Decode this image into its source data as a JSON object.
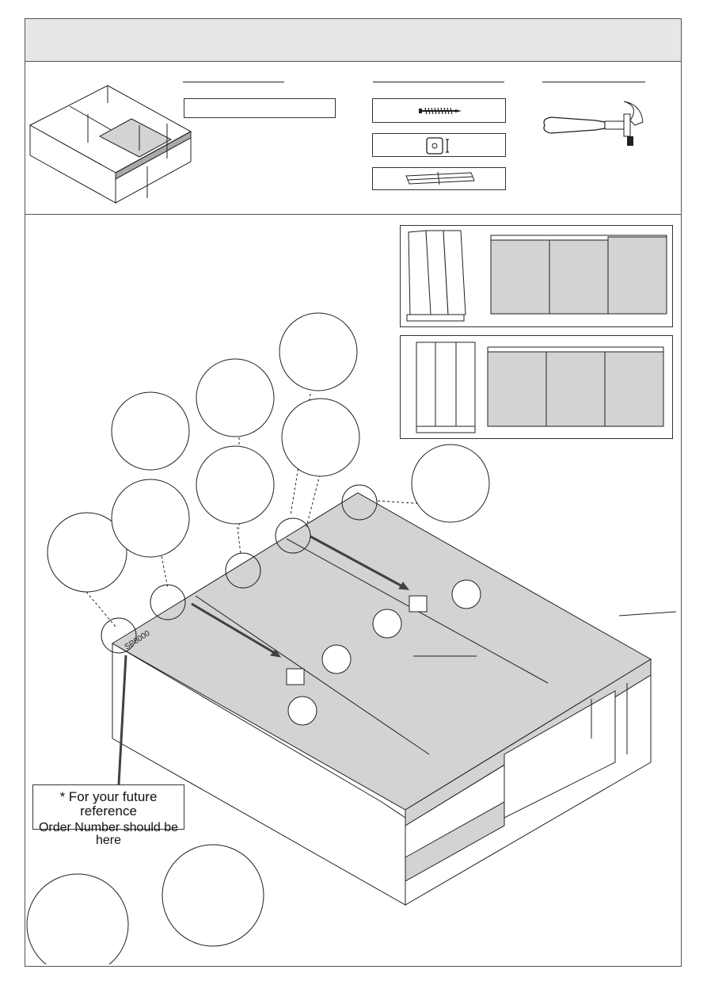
{
  "reference_note": {
    "line1": "* For your future reference",
    "line2": "Order Number should be here"
  },
  "panel_marking": "SP8000",
  "icons": {
    "step_preview": "furniture-frame-icon",
    "screw": "screw-icon",
    "cam_plate": "fitting-plate-icon",
    "slats": "slat-boards-icon",
    "hammer": "hammer-icon"
  },
  "colors": {
    "header_band": "#e6e7e8",
    "panel_fill": "#d1d3d4",
    "strip_fill": "#7a7a7a",
    "line": "#231f20"
  }
}
